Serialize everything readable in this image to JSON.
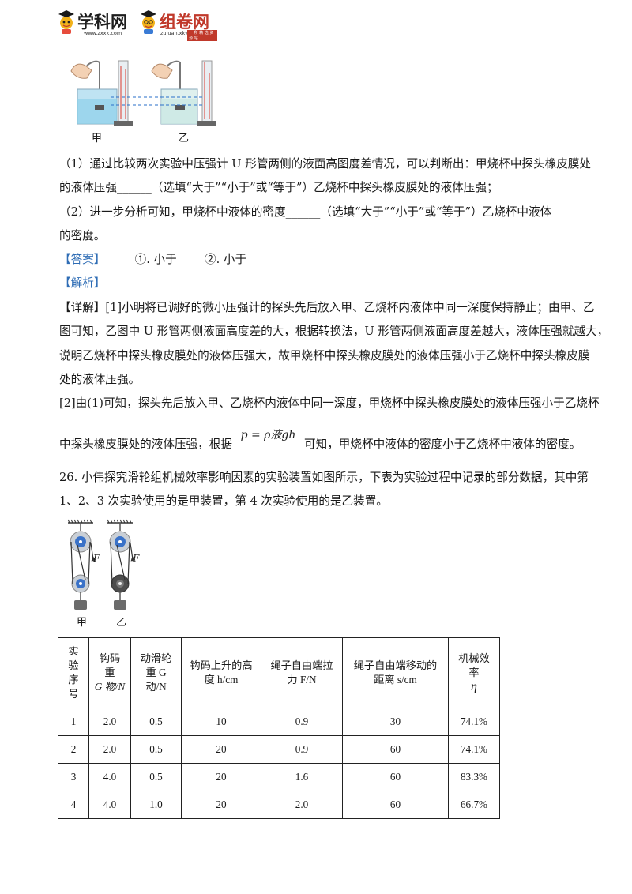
{
  "header": {
    "logo1_text": "学科网",
    "logo1_url": "www.zxxk.com",
    "logo2_text": "组卷网",
    "logo2_url": "zujuan.xkw.com",
    "logo2_badge": "一 所 精 选 资 源 站"
  },
  "figure1": {
    "label_left": "甲",
    "label_right": "乙"
  },
  "q25": {
    "line1": "（1）通过比较两次实验中压强计 U 形管两侧的液面高图度差情况，可以判断出：甲烧杯中探头橡皮膜处",
    "line2": "的液体压强______（选填“大于”“小于”或“等于”）乙烧杯中探头橡皮膜处的液体压强；",
    "line3": "（2）进一步分析可知，甲烧杯中液体的密度______（选填“大于”“小于”或“等于”）乙烧杯中液体",
    "line4": "的密度。",
    "answer_tag": "【答案】",
    "answer_1": "①. 小于",
    "answer_2": "②. 小于",
    "analysis_tag": "【解析】",
    "detail_tag": "【详解】",
    "detail_1": "[1]小明将已调好的微小压强计的探头先后放入甲、乙烧杯内液体中同一深度保持静止；由甲、乙",
    "detail_2": "图可知，乙图中 U 形管两侧液面高度差的大，根据转换法，U 形管两侧液面高度差越大，液体压强就越大，",
    "detail_3": "说明乙烧杯中探头橡皮膜处的液体压强大，故甲烧杯中探头橡皮膜处的液体压强小于乙烧杯中探头橡皮膜",
    "detail_4": "处的液体压强。",
    "detail_5": "[2]由(1)可知，探头先后放入甲、乙烧杯内液体中同一深度，甲烧杯中探头橡皮膜处的液体压强小于乙烧杯",
    "detail_6a": "中探头橡皮膜处的液体压强，根据",
    "formula": "p = ρ液gh",
    "detail_6b": "可知，甲烧杯中液体的密度小于乙烧杯中液体的密度。"
  },
  "q26": {
    "line1": "26. 小伟探究滑轮组机械效率影响因素的实验装置如图所示，下表为实验过程中记录的部分数据，其中第",
    "line2": "1、2、3 次实验使用的是甲装置，第 4 次实验使用的是乙装置。",
    "fig_label_left": "甲",
    "fig_label_right": "乙",
    "force_label": "F"
  },
  "table": {
    "headers": [
      [
        "实",
        "验",
        "序",
        "号"
      ],
      [
        "钩码",
        "重",
        "G 物/N"
      ],
      [
        "动滑轮",
        "重 G",
        "动/N"
      ],
      [
        "钩码上升的高",
        "度 h/cm"
      ],
      [
        "绳子自由端拉",
        "力 F/N"
      ],
      [
        "绳子自由端移动的",
        "距离 s/cm"
      ],
      [
        "机械效",
        "率",
        "η"
      ]
    ],
    "rows": [
      [
        "1",
        "2.0",
        "0.5",
        "10",
        "0.9",
        "30",
        "74.1%"
      ],
      [
        "2",
        "2.0",
        "0.5",
        "20",
        "0.9",
        "60",
        "74.1%"
      ],
      [
        "3",
        "4.0",
        "0.5",
        "20",
        "1.6",
        "60",
        "83.3%"
      ],
      [
        "4",
        "4.0",
        "1.0",
        "20",
        "2.0",
        "60",
        "66.7%"
      ]
    ]
  }
}
